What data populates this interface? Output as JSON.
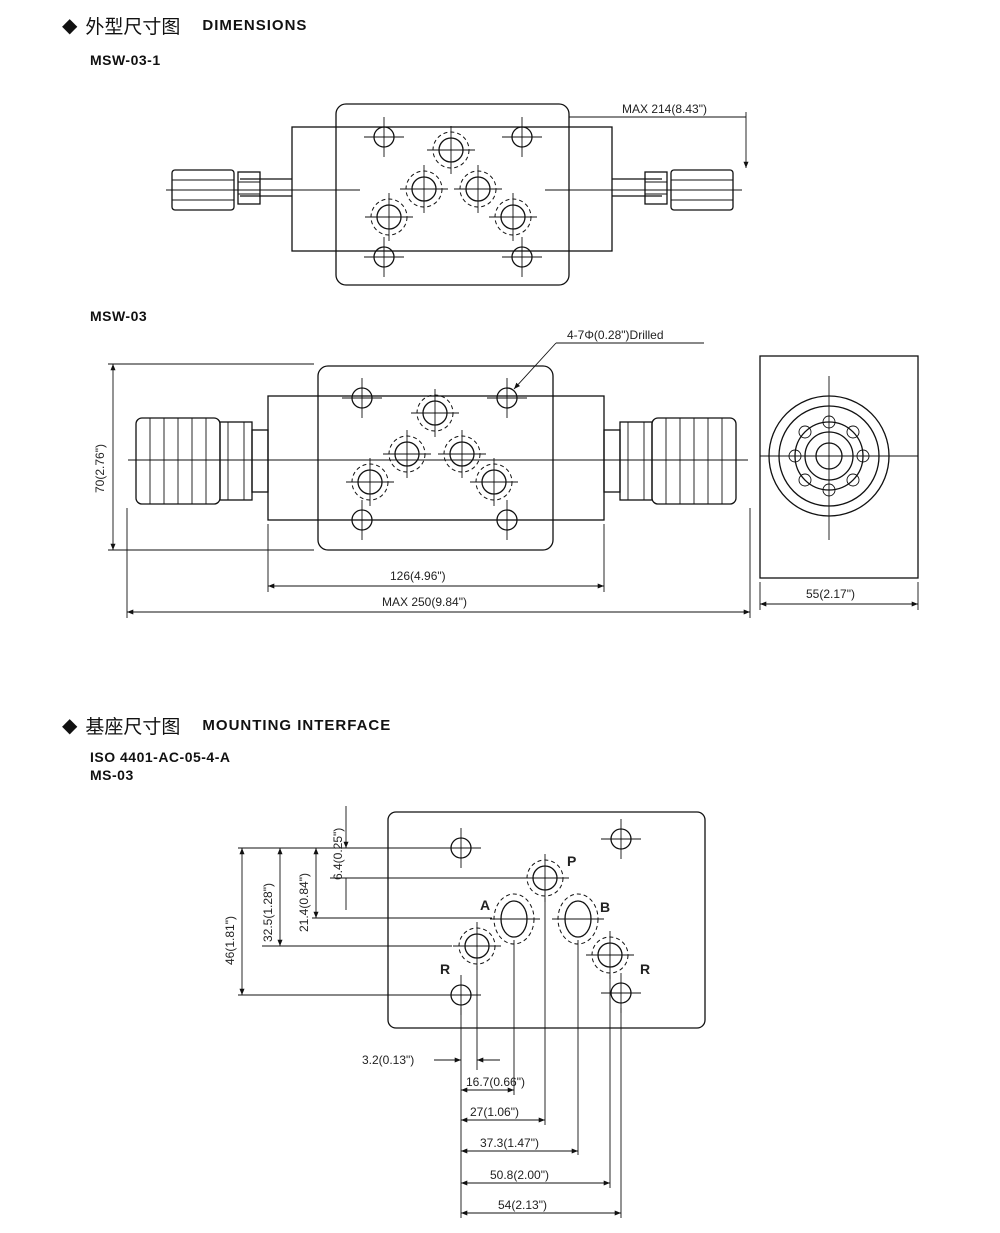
{
  "section1": {
    "title_cn": "外型尺寸图",
    "title_en": "DIMENSIONS"
  },
  "model_a": "MSW-03-1",
  "model_b": "MSW-03",
  "dims_a": {
    "max_width": "MAX 214(8.43\")"
  },
  "dims_b": {
    "holes": "4-7Φ(0.28\")Drilled",
    "height": "70(2.76\")",
    "body_width": "126(4.96\")",
    "max_width": "MAX 250(9.84\")",
    "side_width": "55(2.17\")"
  },
  "section2": {
    "title_cn": "基座尺寸图",
    "title_en": "MOUNTING INTERFACE"
  },
  "standard": "ISO 4401-AC-05-4-A",
  "model_c": "MS-03",
  "ports": {
    "p": "P",
    "a": "A",
    "b": "B",
    "r_left": "R",
    "r_right": "R"
  },
  "mount_dims": {
    "v1": "6.4(0.25\")",
    "v2": "21.4(0.84\")",
    "v3": "32.5(1.28\")",
    "v4": "46(1.81\")",
    "h1": "3.2(0.13\")",
    "h2": "16.7(0.66\")",
    "h3": "27(1.06\")",
    "h4": "37.3(1.47\")",
    "h5": "50.8(2.00\")",
    "h6": "54(2.13\")"
  }
}
